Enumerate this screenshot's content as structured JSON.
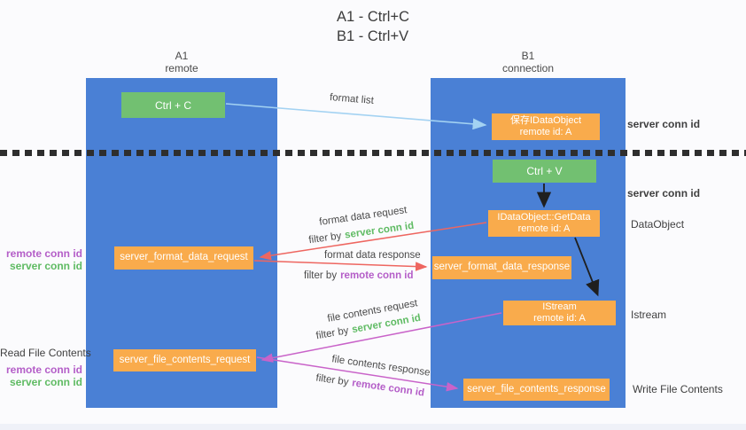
{
  "title": {
    "line1": "A1 - Ctrl+C",
    "line2": "B1 - Ctrl+V"
  },
  "columns": {
    "a1": {
      "title": "A1",
      "subtitle": "remote"
    },
    "b1": {
      "title": "B1",
      "subtitle": "connection"
    }
  },
  "nodes": {
    "ctrl_c": {
      "label": "Ctrl + C"
    },
    "ctrl_v": {
      "label": "Ctrl + V"
    },
    "save_idataobject": {
      "line1": "保存IDataObject",
      "line2": "remote id: A"
    },
    "getdata": {
      "line1": "IDataObject::GetData",
      "line2": "remote id: A"
    },
    "istream": {
      "line1": "IStream",
      "line2": "remote id: A"
    },
    "server_format_data_request": {
      "label": "server_format_data_request"
    },
    "server_format_data_response": {
      "label": "server_format_data_response"
    },
    "server_file_contents_request": {
      "label": "server_file_contents_request"
    },
    "server_file_contents_response": {
      "label": "server_file_contents_response"
    }
  },
  "flows": {
    "format_list": {
      "label": "format list"
    },
    "format_data_request": {
      "label": "format data request",
      "filter_prefix": "filter by",
      "filter_key": "server conn id"
    },
    "format_data_response": {
      "label": "format data response",
      "filter_prefix": "filter by",
      "filter_key": "remote conn id"
    },
    "file_contents_request": {
      "label": "file contents request",
      "filter_prefix": "filter by",
      "filter_key": "server conn id"
    },
    "file_contents_response": {
      "label": "file contents response",
      "filter_prefix": "filter by",
      "filter_key": "remote conn id"
    }
  },
  "annotations": {
    "right_server_conn_top": "server conn id",
    "right_server_conn_mid": "server conn id",
    "right_dataobject": "DataObject",
    "right_istream": "Istream",
    "right_write_file": "Write File Contents",
    "left_read_file": "Read File Contents",
    "left_format_remote": "remote conn id",
    "left_format_server": "server conn id",
    "left_file_remote": "remote conn id",
    "left_file_server": "server conn id"
  },
  "colors": {
    "column_blue": "#4a80d5",
    "box_green": "#72c071",
    "box_orange": "#f9ab4c",
    "arrow_lightblue": "#a3d2f2",
    "arrow_red": "#ee6660",
    "arrow_magenta": "#c963c9",
    "arrow_black": "#1f1f1f",
    "text_green": "#5fbb63",
    "text_purple": "#b45ec8"
  }
}
